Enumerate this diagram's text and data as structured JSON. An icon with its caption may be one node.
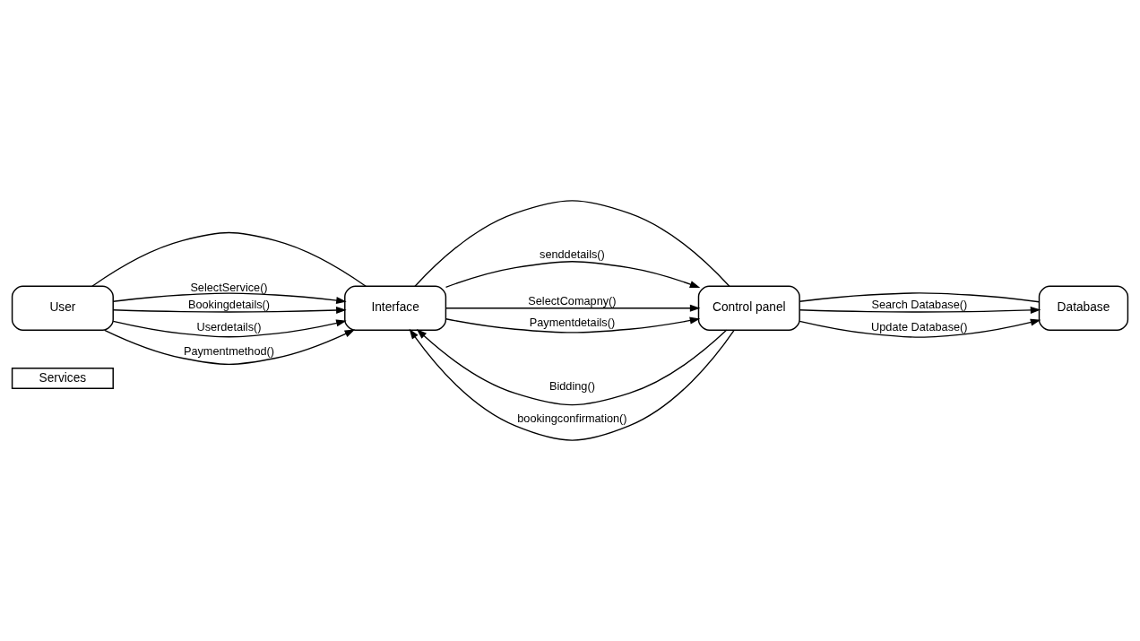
{
  "diagram": {
    "nodes": [
      {
        "text": [
          "Services"
        ]
      },
      {
        "text": [
          "User"
        ]
      },
      {
        "text": [
          "Interface"
        ]
      },
      {
        "text": [
          "Control panel"
        ]
      },
      {
        "text": [
          "Database"
        ]
      }
    ],
    "edges": [
      {
        "from": 1,
        "to": 2,
        "arrow": "none"
      },
      {
        "from": 1,
        "to": 2,
        "arrow": "to",
        "label": "SelectService()"
      },
      {
        "from": 1,
        "to": 2,
        "arrow": "to",
        "label": "Bookingdetails()"
      },
      {
        "from": 1,
        "to": 2,
        "arrow": "to",
        "label": "Userdetails()"
      },
      {
        "from": 1,
        "to": 2,
        "arrow": "to",
        "label": "Paymentmethod()"
      },
      {
        "from": 2,
        "to": 3,
        "arrow": "none"
      },
      {
        "from": 2,
        "to": 3,
        "arrow": "to",
        "label": "senddetails()"
      },
      {
        "from": 3,
        "to": 2,
        "arrow": "to",
        "label": "Bidding()"
      },
      {
        "from": 2,
        "to": 3,
        "arrow": "to",
        "label": "SelectComapny()"
      },
      {
        "from": 2,
        "to": 3,
        "arrow": "to",
        "label": "Paymentdetails()"
      },
      {
        "from": 3,
        "to": 2,
        "arrow": "to",
        "label": "bookingconfirmation()"
      },
      {
        "from": 3,
        "to": 4,
        "arrow": "none"
      },
      {
        "from": 3,
        "to": 4,
        "arrow": "to",
        "label": "Search Database()"
      },
      {
        "from": 3,
        "to": 4,
        "arrow": "to",
        "label": "Update Database()"
      }
    ]
  }
}
